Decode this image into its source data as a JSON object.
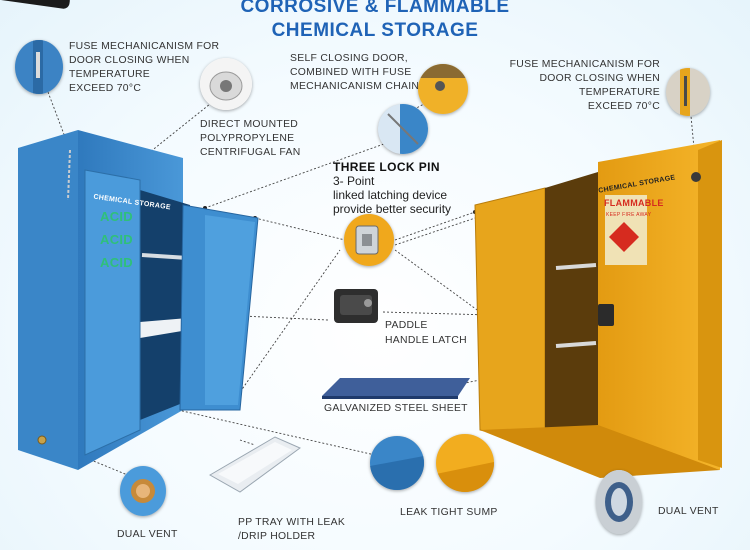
{
  "title": {
    "line1": "CORROSIVE & FLAMMABLE",
    "line2": "CHEMICAL STORAGE"
  },
  "callouts": {
    "fuse_left": [
      "FUSE MECHANICANISM FOR",
      "DOOR CLOSING WHEN",
      "TEMPERATURE",
      "EXCEED 70°C"
    ],
    "fan": [
      "DIRECT MOUNTED",
      "POLYPROPYLENE",
      "CENTRIFUGAL FAN"
    ],
    "self_closing": [
      "SELF CLOSING DOOR,",
      "COMBINED WITH FUSE",
      "MECHANICANISM CHAIN"
    ],
    "fuse_right": [
      "FUSE MECHANICANISM FOR",
      "DOOR CLOSING WHEN",
      "TEMPERATURE",
      "EXCEED 70°C"
    ],
    "lock_title": "THREE LOCK PIN",
    "lock_desc": [
      "3- Point",
      "linked latching device",
      "provide better security"
    ],
    "paddle": [
      "PADDLE",
      "HANDLE LATCH"
    ],
    "steel": "GALVANIZED STEEL SHEET",
    "tray": [
      "PP TRAY WITH LEAK",
      "/DRIP HOLDER"
    ],
    "sump": "LEAK TIGHT SUMP",
    "vent_left": "DUAL VENT",
    "vent_right": "DUAL VENT"
  },
  "blue_cabinet": {
    "sign_title": "CHEMICAL STORAGE",
    "sign_lines": [
      "ACID",
      "ACID",
      "ACID"
    ]
  },
  "yellow_cabinet": {
    "sign_title": "CHEMICAL STORAGE",
    "sign_main": "FLAMMABLE",
    "sign_sub": "KEEP FIRE AWAY"
  },
  "colors": {
    "title": "#1f63b6",
    "blue_cabinet": "#3f8fd2",
    "yellow_cabinet": "#f2ad1f",
    "sign_red": "#d62b1f"
  }
}
